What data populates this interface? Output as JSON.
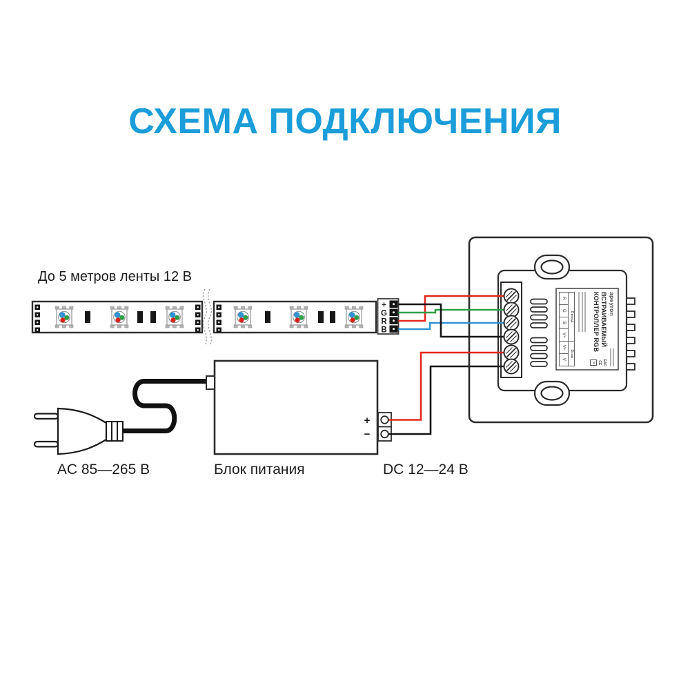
{
  "title": "СХЕМА ПОДКЛЮЧЕНИЯ",
  "strip": {
    "label": "До 5 метров ленты 12 В",
    "connector_pins": [
      "+",
      "G",
      "R",
      "B"
    ]
  },
  "power_supply": {
    "label": "Блок питания",
    "input_label": "AC 85—265 В",
    "output_label": "DC 12—24 В",
    "plus": "+",
    "minus": "−"
  },
  "controller": {
    "brand": "apeyron",
    "name_lines": [
      "ВСТРАИВАЕМЫЙ",
      "КОНТРОЛЛЕР RGB"
    ],
    "cert_marks": [
      "EAC",
      "CE"
    ],
    "table": {
      "output_header": "Выход",
      "input_header": "Вход",
      "cells": [
        "R",
        "G",
        "B",
        "V+",
        "V+",
        "V-"
      ]
    }
  },
  "icons": {
    "weee": "✕"
  },
  "colors": {
    "accent_blue": "#1b9dd9",
    "wire_red": "#e3261d",
    "wire_green": "#2e9e48",
    "wire_blue": "#2e93d0",
    "wire_black": "#141414",
    "outline": "#2b2b2b"
  }
}
